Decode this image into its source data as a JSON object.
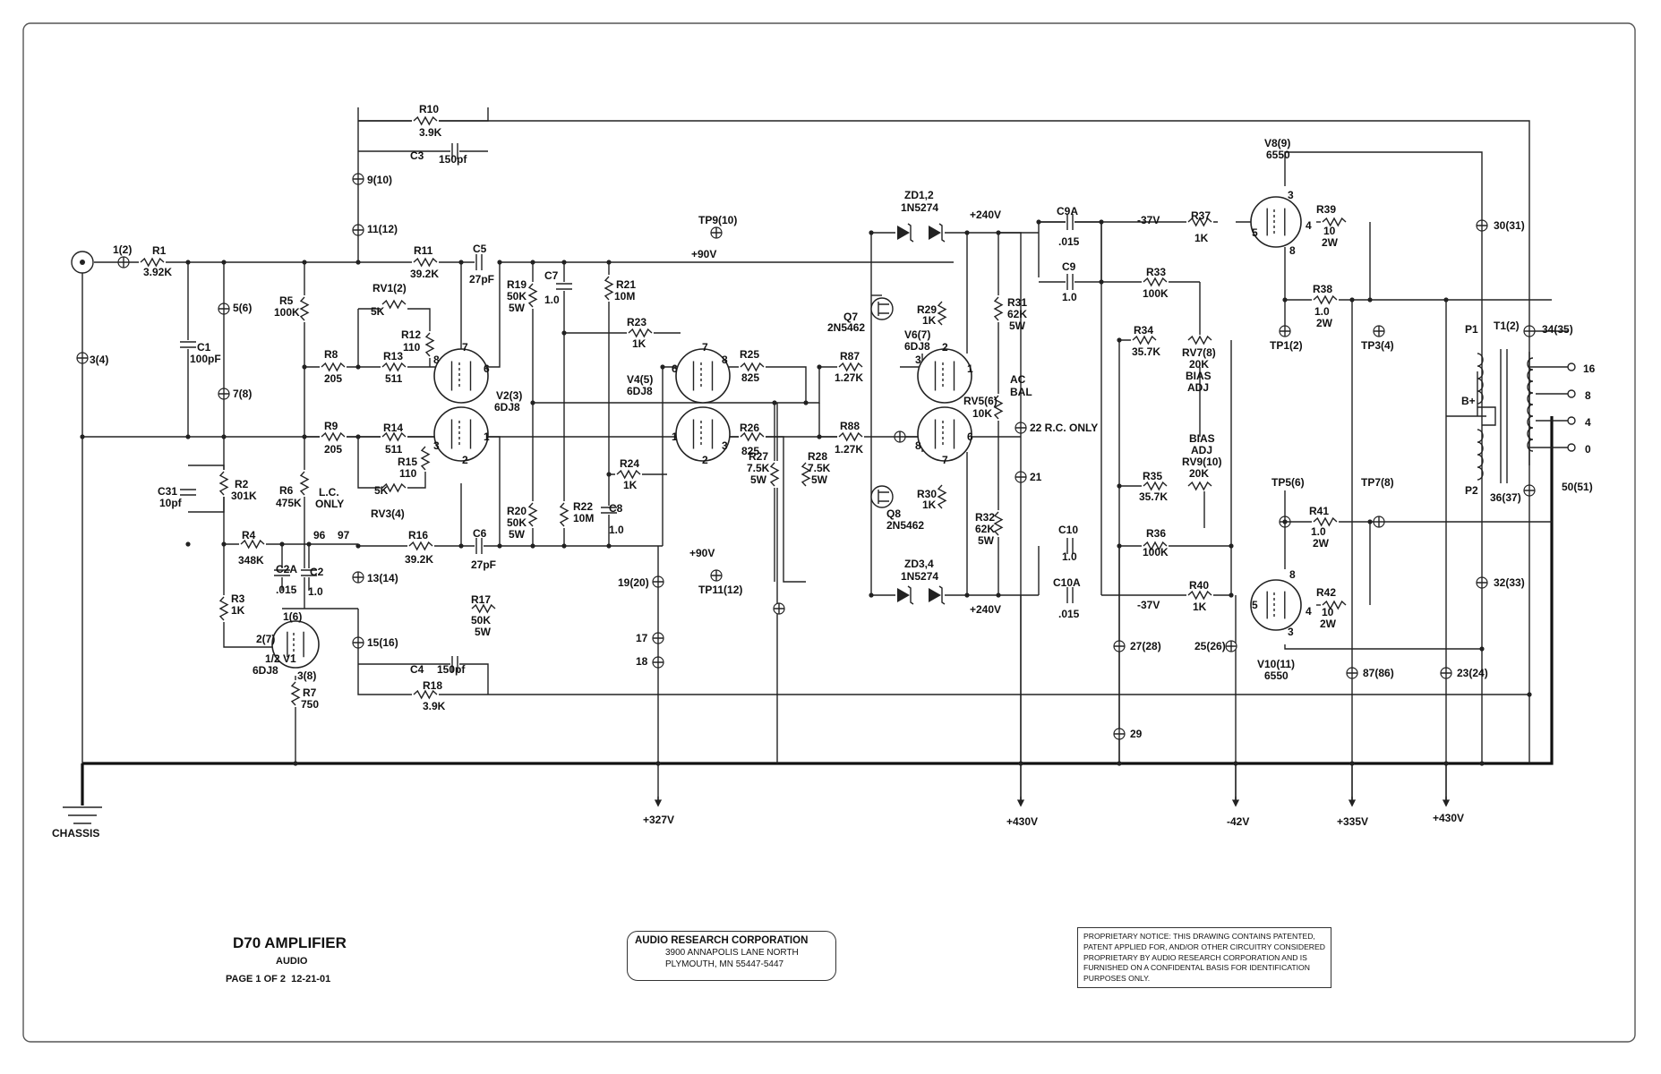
{
  "title_block": {
    "title": "D70 AMPLIFIER",
    "subtitle": "AUDIO",
    "page": "PAGE 1 OF 2",
    "date": "12-21-01"
  },
  "company": {
    "name": "AUDIO RESEARCH CORPORATION",
    "address1": "3900 ANNAPOLIS LANE NORTH",
    "address2": "PLYMOUTH, MN 55447-5447"
  },
  "notice": "PROPRIETARY NOTICE:   THIS DRAWING CONTAINS PATENTED, PATENT APPLIED FOR, AND/OR OTHER CIRCUITRY CONSIDERED PROPRIETARY BY AUDIO RESEARCH CORPORATION AND IS FURNISHED ON A CONFIDENTAL BASIS FOR IDENTIFICATION PURPOSES ONLY.",
  "chassis_label": "CHASSIS",
  "supplies": {
    "s327": "+327V",
    "s430a": "+430V",
    "sn42": "-42V",
    "s335": "+335V",
    "s430b": "+430V",
    "p90a": "+90V",
    "p90b": "+90V",
    "p240a": "+240V",
    "p240b": "+240V",
    "n37a": "-37V",
    "n37b": "-37V"
  },
  "resistors": {
    "R1": [
      "R1",
      "3.92K"
    ],
    "R2": [
      "R2",
      "301K"
    ],
    "R3": [
      "R3",
      "1K"
    ],
    "R4": [
      "R4",
      "348K"
    ],
    "R5": [
      "R5",
      "100K"
    ],
    "R6": [
      "R6",
      "475K"
    ],
    "R7": [
      "R7",
      "750"
    ],
    "R8": [
      "R8",
      "205"
    ],
    "R9": [
      "R9",
      "205"
    ],
    "R10": [
      "R10",
      "3.9K"
    ],
    "R11": [
      "R11",
      "39.2K"
    ],
    "R12": [
      "R12",
      "110"
    ],
    "R13": [
      "R13",
      "511"
    ],
    "R14": [
      "R14",
      "511"
    ],
    "R15": [
      "R15",
      "110"
    ],
    "R16": [
      "R16",
      "39.2K"
    ],
    "R17": [
      "R17",
      "50K",
      "5W"
    ],
    "R18": [
      "R18",
      "3.9K"
    ],
    "R19": [
      "R19",
      "50K",
      "5W"
    ],
    "R20": [
      "R20",
      "50K",
      "5W"
    ],
    "R21": [
      "R21",
      "10M"
    ],
    "R22": [
      "R22",
      "10M"
    ],
    "R23": [
      "R23",
      "1K"
    ],
    "R24": [
      "R24",
      "1K"
    ],
    "R25": [
      "R25",
      "825"
    ],
    "R26": [
      "R26",
      "825"
    ],
    "R27": [
      "R27",
      "7.5K",
      "5W"
    ],
    "R28": [
      "R28",
      "7.5K",
      "5W"
    ],
    "R29": [
      "R29",
      "1K"
    ],
    "R30": [
      "R30",
      "1K"
    ],
    "R31": [
      "R31",
      "62K",
      "5W"
    ],
    "R32": [
      "R32",
      "62K",
      "5W"
    ],
    "R33": [
      "R33",
      "100K"
    ],
    "R34": [
      "R34",
      "35.7K"
    ],
    "R35": [
      "R35",
      "35.7K"
    ],
    "R36": [
      "R36",
      "100K"
    ],
    "R37": [
      "R37",
      "1K"
    ],
    "R38": [
      "R38",
      "1.0",
      "2W"
    ],
    "R39": [
      "R39",
      "10",
      "2W"
    ],
    "R40": [
      "R40",
      "1K"
    ],
    "R41": [
      "R41",
      "1.0",
      "2W"
    ],
    "R42": [
      "R42",
      "10",
      "2W"
    ],
    "R87": [
      "R87",
      "1.27K"
    ],
    "R88": [
      "R88",
      "1.27K"
    ]
  },
  "pots": {
    "RV1": [
      "RV1(2)",
      "5K"
    ],
    "RV3": [
      "RV3(4)",
      "5K"
    ],
    "RV5": [
      "RV5(6)",
      "10K"
    ],
    "RV7": [
      "RV7(8)",
      "20K",
      "BIAS",
      "ADJ"
    ],
    "RV9": [
      "BIAS",
      "ADJ",
      "RV9(10)",
      "20K"
    ]
  },
  "capacitors": {
    "C1": [
      "C1",
      "100pF"
    ],
    "C2": [
      "C2",
      "1.0"
    ],
    "C2A": [
      "C2A",
      ".015"
    ],
    "C3": [
      "C3",
      "150pf"
    ],
    "C4": [
      "C4",
      "150pf"
    ],
    "C5": [
      "C5",
      "27pF"
    ],
    "C6": [
      "C6",
      "27pF"
    ],
    "C7": [
      "C7",
      "1.0"
    ],
    "C8": [
      "C8",
      "1.0"
    ],
    "C9": [
      "C9",
      "1.0"
    ],
    "C9A": [
      "C9A",
      ".015"
    ],
    "C10": [
      "C10",
      "1.0"
    ],
    "C10A": [
      "C10A",
      ".015"
    ],
    "C31": [
      "C31",
      "10pf"
    ]
  },
  "tubes": {
    "V1": [
      "1/2 V1",
      "6DJ8"
    ],
    "V2": [
      "V2(3)",
      "6DJ8"
    ],
    "V4": [
      "V4(5)",
      "6DJ8"
    ],
    "V6": [
      "V6(7)",
      "6DJ8"
    ],
    "V8": [
      "V8(9)",
      "6550"
    ],
    "V10": [
      "V10(11)",
      "6550"
    ]
  },
  "semis": {
    "Q7": [
      "Q7",
      "2N5462"
    ],
    "Q8": [
      "Q8",
      "2N5462"
    ],
    "ZD12": [
      "ZD1,2",
      "1N5274"
    ],
    "ZD34": [
      "ZD3,4",
      "1N5274"
    ]
  },
  "test_points": {
    "TP1": "TP1(2)",
    "TP3": "TP3(4)",
    "TP5": "TP5(6)",
    "TP7": "TP7(8)",
    "TP9": "TP9(10)",
    "TP11": "TP11(12)"
  },
  "transformer": {
    "name": "T1(2)",
    "p1": "P1",
    "p2": "P2",
    "bplus": "B+",
    "taps": [
      "16",
      "8",
      "4",
      "0"
    ],
    "t34": "34(35)",
    "t36": "36(37)",
    "t50": "50(51)"
  },
  "nodes": {
    "n1": "1(2)",
    "n3": "3(4)",
    "n5": "5(6)",
    "n7": "7(8)",
    "n9": "9(10)",
    "n11": "11(12)",
    "n13": "13(14)",
    "n15": "15(16)",
    "n17": "17",
    "n18": "18",
    "n19": "19(20)",
    "n21": "21",
    "n22": "22 R.C. ONLY",
    "n25": "25(26)",
    "n27": "27(28)",
    "n29": "29",
    "n30": "30(31)",
    "n32": "32(33)",
    "n87": "87(86)",
    "n23": "23(24)",
    "n96": "96",
    "n97": "97",
    "lc": "L.C.",
    "lc2": "ONLY",
    "acbal": "AC",
    "acbal2": "BAL",
    "v1p1": "1(6)",
    "v1p2": "2(7)",
    "v1p3": "3(8)"
  },
  "pins": {
    "v2_7": "7",
    "v2_6": "6",
    "v2_8": "8",
    "v2_3": "3",
    "v2_2": "2",
    "v2_1": "1",
    "v4_6": "6",
    "v4_7": "7",
    "v4_8": "8",
    "v4_1": "1",
    "v4_2": "2",
    "v4_3": "3",
    "v6_3": "3",
    "v6_2": "2",
    "v6_1": "1",
    "v6_8": "8",
    "v6_7": "7",
    "v6_6": "6",
    "v8_3": "3",
    "v8_4": "4",
    "v8_5": "5",
    "v8_8": "8",
    "v10_8": "8",
    "v10_4": "4",
    "v10_5": "5",
    "v10_3": "3"
  }
}
